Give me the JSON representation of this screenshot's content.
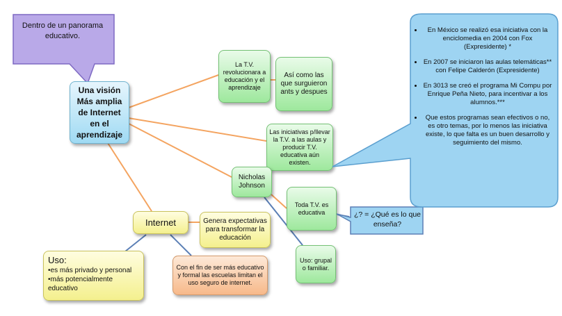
{
  "central": "Una visión Más amplia de Internet en el aprendizaje",
  "panorama_callout": "Dentro de un panorama educativo.",
  "nodes": {
    "tv_revoluciona": "La T.V. revolucionara a educación y el aprendizaje",
    "surgieron": "Así como las que surguieron ants y despues",
    "iniciativas": "Las iniciativas p/llevar la T.V. a las aulas y producir T.V. educativa aún existen.",
    "nicholas": "Nicholas Johnson",
    "toda_tv": "Toda T.V. es educativa",
    "uso_grupal": "Uso: grupal o familiar.",
    "internet": "Internet",
    "expectativas": "Genera expectativas para transformar la educación",
    "fin_educativo": "Con el fin de ser más educativo y formal las escuelas limitan el uso seguro de internet.",
    "uso_title": "Uso:",
    "uso_items": [
      "es más privado y personal",
      "más potencialmente educativo"
    ]
  },
  "que_ensena": "¿? = ¿Qué es lo que enseña?",
  "facts": [
    "En México se realizó esa iniciativa con la enciclomedia en 2004 con Fox (Expresidente) *",
    "En 2007 se iniciaron las aulas telemáticas** con Felipe Calderón (Expresidente)",
    "En 3013 se creó el programa Mi Compu por Enrique Peña Nieto, para incentivar a los alumnos.***",
    "Que estos programas sean efectivos o no, es otro temas, por lo menos las iniciativa existe, lo que falta es un buen desarrollo y seguimiento del mismo."
  ],
  "colors": {
    "connector_orange": "#f4a460",
    "connector_blue": "#5b7fb5",
    "callout_purple": "#b9a9e8",
    "callout_blue": "#9ed4f2"
  }
}
